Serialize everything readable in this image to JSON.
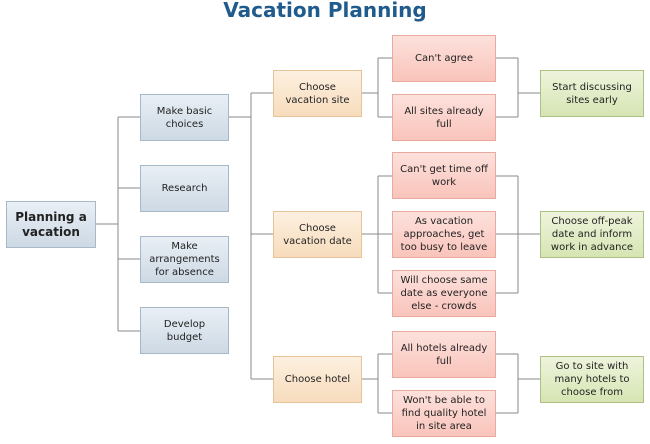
{
  "title": "Vacation Planning",
  "root": "Planning a vacation",
  "level1": [
    "Make basic choices",
    "Research",
    "Make arrangements for absence",
    "Develop budget"
  ],
  "level2": [
    "Choose vacation site",
    "Choose vacation date",
    "Choose hotel"
  ],
  "problems": [
    "Can't agree",
    "All sites already full",
    "Can't get time off work",
    "As vacation approaches, get too busy to leave",
    "Will choose same date as everyone else - crowds",
    "All hotels already full",
    "Won't be able to find quality hotel in site area"
  ],
  "solutions": [
    "Start discussing sites early",
    "Choose off-peak date and inform work in advance",
    "Go to site with many hotels to choose from"
  ]
}
